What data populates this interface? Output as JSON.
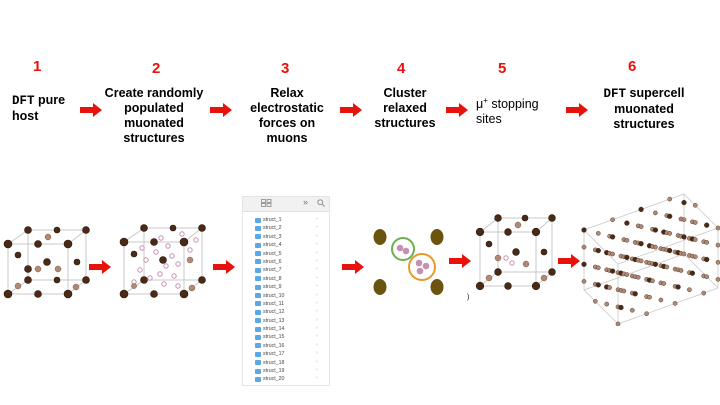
{
  "steps": [
    {
      "number": "1",
      "label_mono": "DFT",
      "label_rest": " pure",
      "label_line2": "host"
    },
    {
      "number": "2",
      "label": "Create randomly populated muonated structures"
    },
    {
      "number": "3",
      "label": "Relax electrostatic forces on muons"
    },
    {
      "number": "4",
      "label": "Cluster relaxed structures"
    },
    {
      "number": "5",
      "label_mu": "μ",
      "label_plus": "+",
      "label_rest": " stopping sites"
    },
    {
      "number": "6",
      "label_mono": "DFT",
      "label_rest": " supercell muonated structures"
    }
  ],
  "file_browser": {
    "view_icon": "grid-view-icon",
    "more_label": "»",
    "search_icon": "search-icon",
    "files": [
      "struct_1",
      "struct_2",
      "struct_3",
      "struct_4",
      "struct_5",
      "struct_6",
      "struct_7",
      "struct_8",
      "struct_9",
      "struct_10",
      "struct_11",
      "struct_12",
      "struct_13",
      "struct_14",
      "struct_15",
      "struct_16",
      "struct_17",
      "struct_18",
      "struct_19",
      "struct_20"
    ]
  },
  "colors": {
    "arrow": "#e8120c",
    "step_number": "#e8120c",
    "atom_dark": "#4a2a17",
    "atom_light": "#b08a74",
    "muon": "#c88fb4",
    "cluster_green": "#6ab04c",
    "cluster_orange": "#e59a2c",
    "cluster_atom": "#6b5310",
    "folder": "#5aa8e6"
  }
}
